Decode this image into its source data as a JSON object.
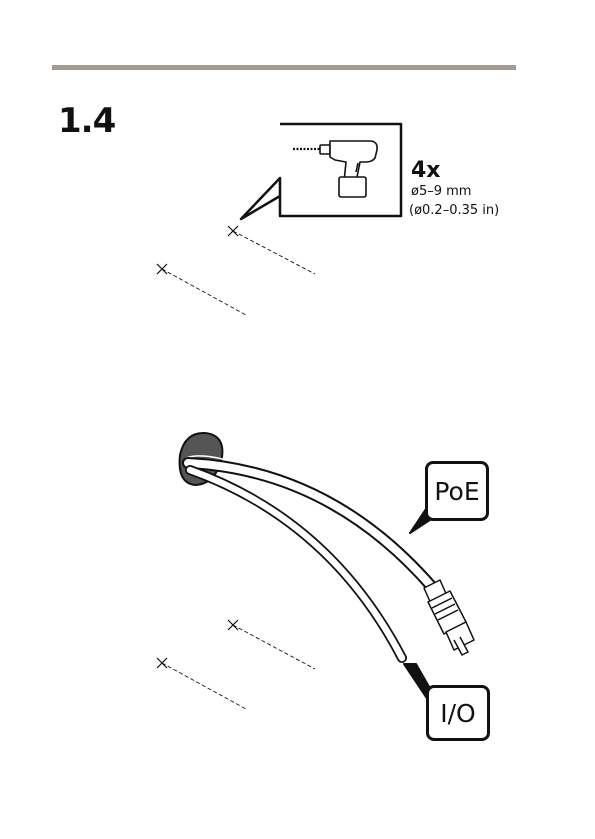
{
  "step_number": "1.4",
  "drill_callout": {
    "quantity": "4x",
    "diameter_mm": "ø5–9 mm",
    "diameter_in": "(ø0.2–0.35 in)"
  },
  "cable_labels": {
    "poe": "PoE",
    "io": "I/O"
  }
}
